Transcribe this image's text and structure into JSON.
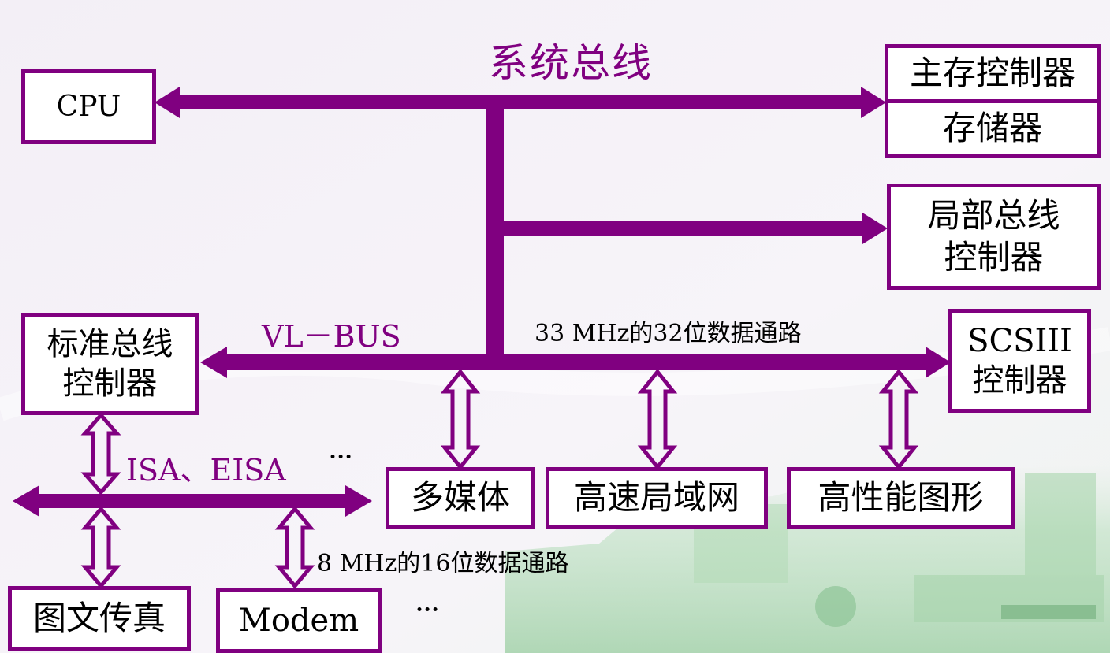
{
  "title": "系统总线",
  "colors": {
    "bus": "#800080",
    "box_border": "#800080",
    "text_label": "#800080",
    "text_box": "#000000"
  },
  "boxes": {
    "cpu": "CPU",
    "main_mem_ctrl": "主存控制器",
    "storage": "存储器",
    "local_bus_ctrl": [
      "局部总线",
      "控制器"
    ],
    "std_bus_ctrl": [
      "标准总线",
      "控制器"
    ],
    "scsi_ctrl": [
      "SCSIII",
      "控制器"
    ],
    "multimedia": "多媒体",
    "hs_lan": "高速局域网",
    "hp_graphics": "高性能图形",
    "fax": "图文传真",
    "modem": "Modem"
  },
  "labels": {
    "vl_bus": "VL－BUS",
    "vl_desc": "33 MHz的32位数据通路",
    "isa": "ISA、EISA",
    "isa_dots": "···",
    "isa_desc": "8 MHz的16位数据通路",
    "tail_dots": "···"
  }
}
